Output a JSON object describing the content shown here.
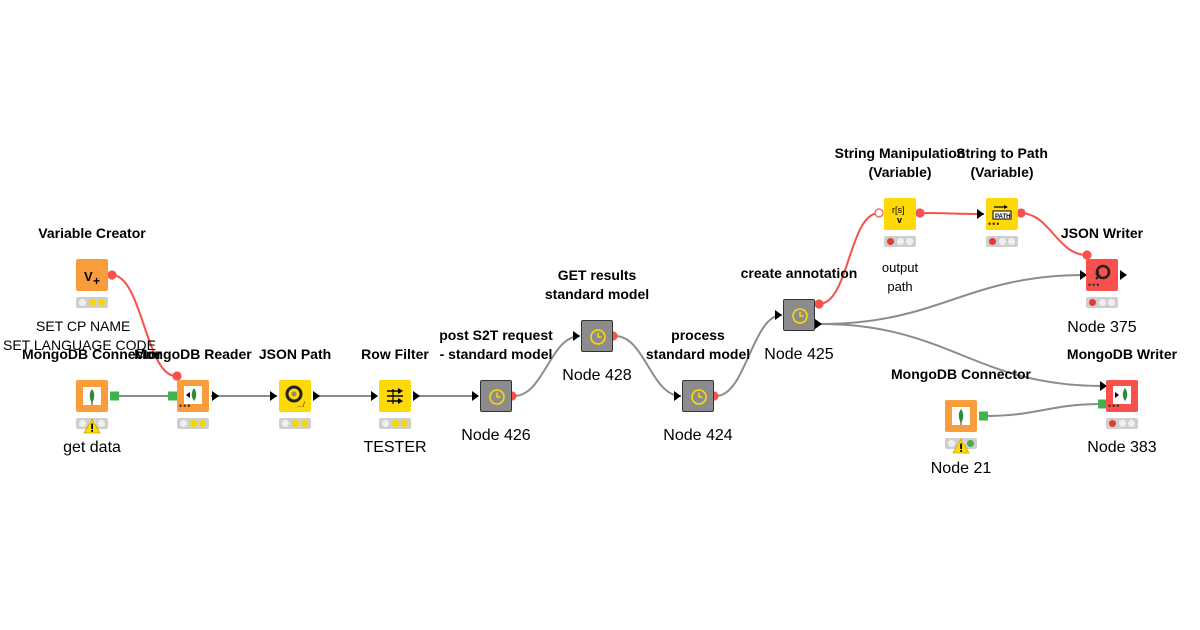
{
  "colors": {
    "source": "#f99d3c",
    "manipulator": "#ffd808",
    "meta": "#8c8c8c",
    "sink": "#f8514d",
    "flow_edge": "#8c8c8c",
    "variable_edge": "#f8514d",
    "db_port": "#43b24a"
  },
  "annotations": {
    "set_cp_name": "SET CP NAME",
    "set_language_code": "SET LANGUAGE CODE"
  },
  "nodes": [
    {
      "id": "n1",
      "title": "Variable Creator",
      "label": "",
      "type": "source",
      "icon": "variable-creator-icon",
      "status": [
        "off",
        "yellow",
        "yellow"
      ],
      "warning": false,
      "dots": false
    },
    {
      "id": "n2",
      "title": "MongoDB Connector",
      "label": "get data",
      "type": "source",
      "icon": "mongodb-leaf-icon",
      "status": [
        "off",
        "off",
        "off"
      ],
      "warning": true,
      "dots": false
    },
    {
      "id": "n3",
      "title": "MongoDB Reader",
      "label": "",
      "type": "source",
      "icon": "mongodb-reader-icon",
      "status": [
        "off",
        "yellow",
        "yellow"
      ],
      "warning": false,
      "dots": true
    },
    {
      "id": "n4",
      "title": "JSON Path",
      "label": "",
      "type": "manipulator",
      "icon": "json-path-icon",
      "status": [
        "off",
        "yellow",
        "yellow"
      ],
      "warning": false,
      "dots": false
    },
    {
      "id": "n5",
      "title": "Row Filter",
      "label": "TESTER",
      "type": "manipulator",
      "icon": "row-filter-icon",
      "status": [
        "off",
        "yellow",
        "yellow"
      ],
      "warning": false,
      "dots": false
    },
    {
      "id": "n6",
      "title": "post S2T request\n- standard model",
      "label": "Node 426",
      "type": "meta",
      "icon": "metanode-clock-icon",
      "status": [],
      "warning": false,
      "dots": false
    },
    {
      "id": "n7",
      "title": "GET results\nstandard model",
      "label": "Node 428",
      "type": "meta",
      "icon": "metanode-clock-icon",
      "status": [],
      "warning": false,
      "dots": false
    },
    {
      "id": "n8",
      "title": "process\nstandard model",
      "label": "Node 424",
      "type": "meta",
      "icon": "metanode-clock-icon",
      "status": [],
      "warning": false,
      "dots": false
    },
    {
      "id": "n9",
      "title": "create annotation",
      "label": "Node 425",
      "type": "meta",
      "icon": "metanode-clock-icon",
      "status": [],
      "warning": false,
      "dots": false
    },
    {
      "id": "n10",
      "title": "String Manipulation\n(Variable)",
      "label": "output\npath",
      "type": "manipulator",
      "icon": "string-manipulation-icon",
      "status": [
        "red",
        "off",
        "off"
      ],
      "warning": false,
      "dots": false
    },
    {
      "id": "n11",
      "title": "String to Path\n(Variable)",
      "label": "",
      "type": "manipulator",
      "icon": "string-to-path-icon",
      "status": [
        "red",
        "off",
        "off"
      ],
      "warning": false,
      "dots": true
    },
    {
      "id": "n12",
      "title": "JSON Writer",
      "label": "Node 375",
      "type": "sink",
      "icon": "json-writer-icon",
      "status": [
        "red",
        "off",
        "off"
      ],
      "warning": false,
      "dots": true
    },
    {
      "id": "n13",
      "title": "MongoDB Connector",
      "label": "Node 21",
      "type": "source",
      "icon": "mongodb-leaf-icon",
      "status": [
        "off",
        "off",
        "green"
      ],
      "warning": true,
      "dots": false
    },
    {
      "id": "n14",
      "title": "MongoDB Writer",
      "label": "Node 383",
      "type": "sink",
      "icon": "mongodb-writer-icon",
      "status": [
        "red",
        "off",
        "off"
      ],
      "warning": false,
      "dots": true
    }
  ]
}
